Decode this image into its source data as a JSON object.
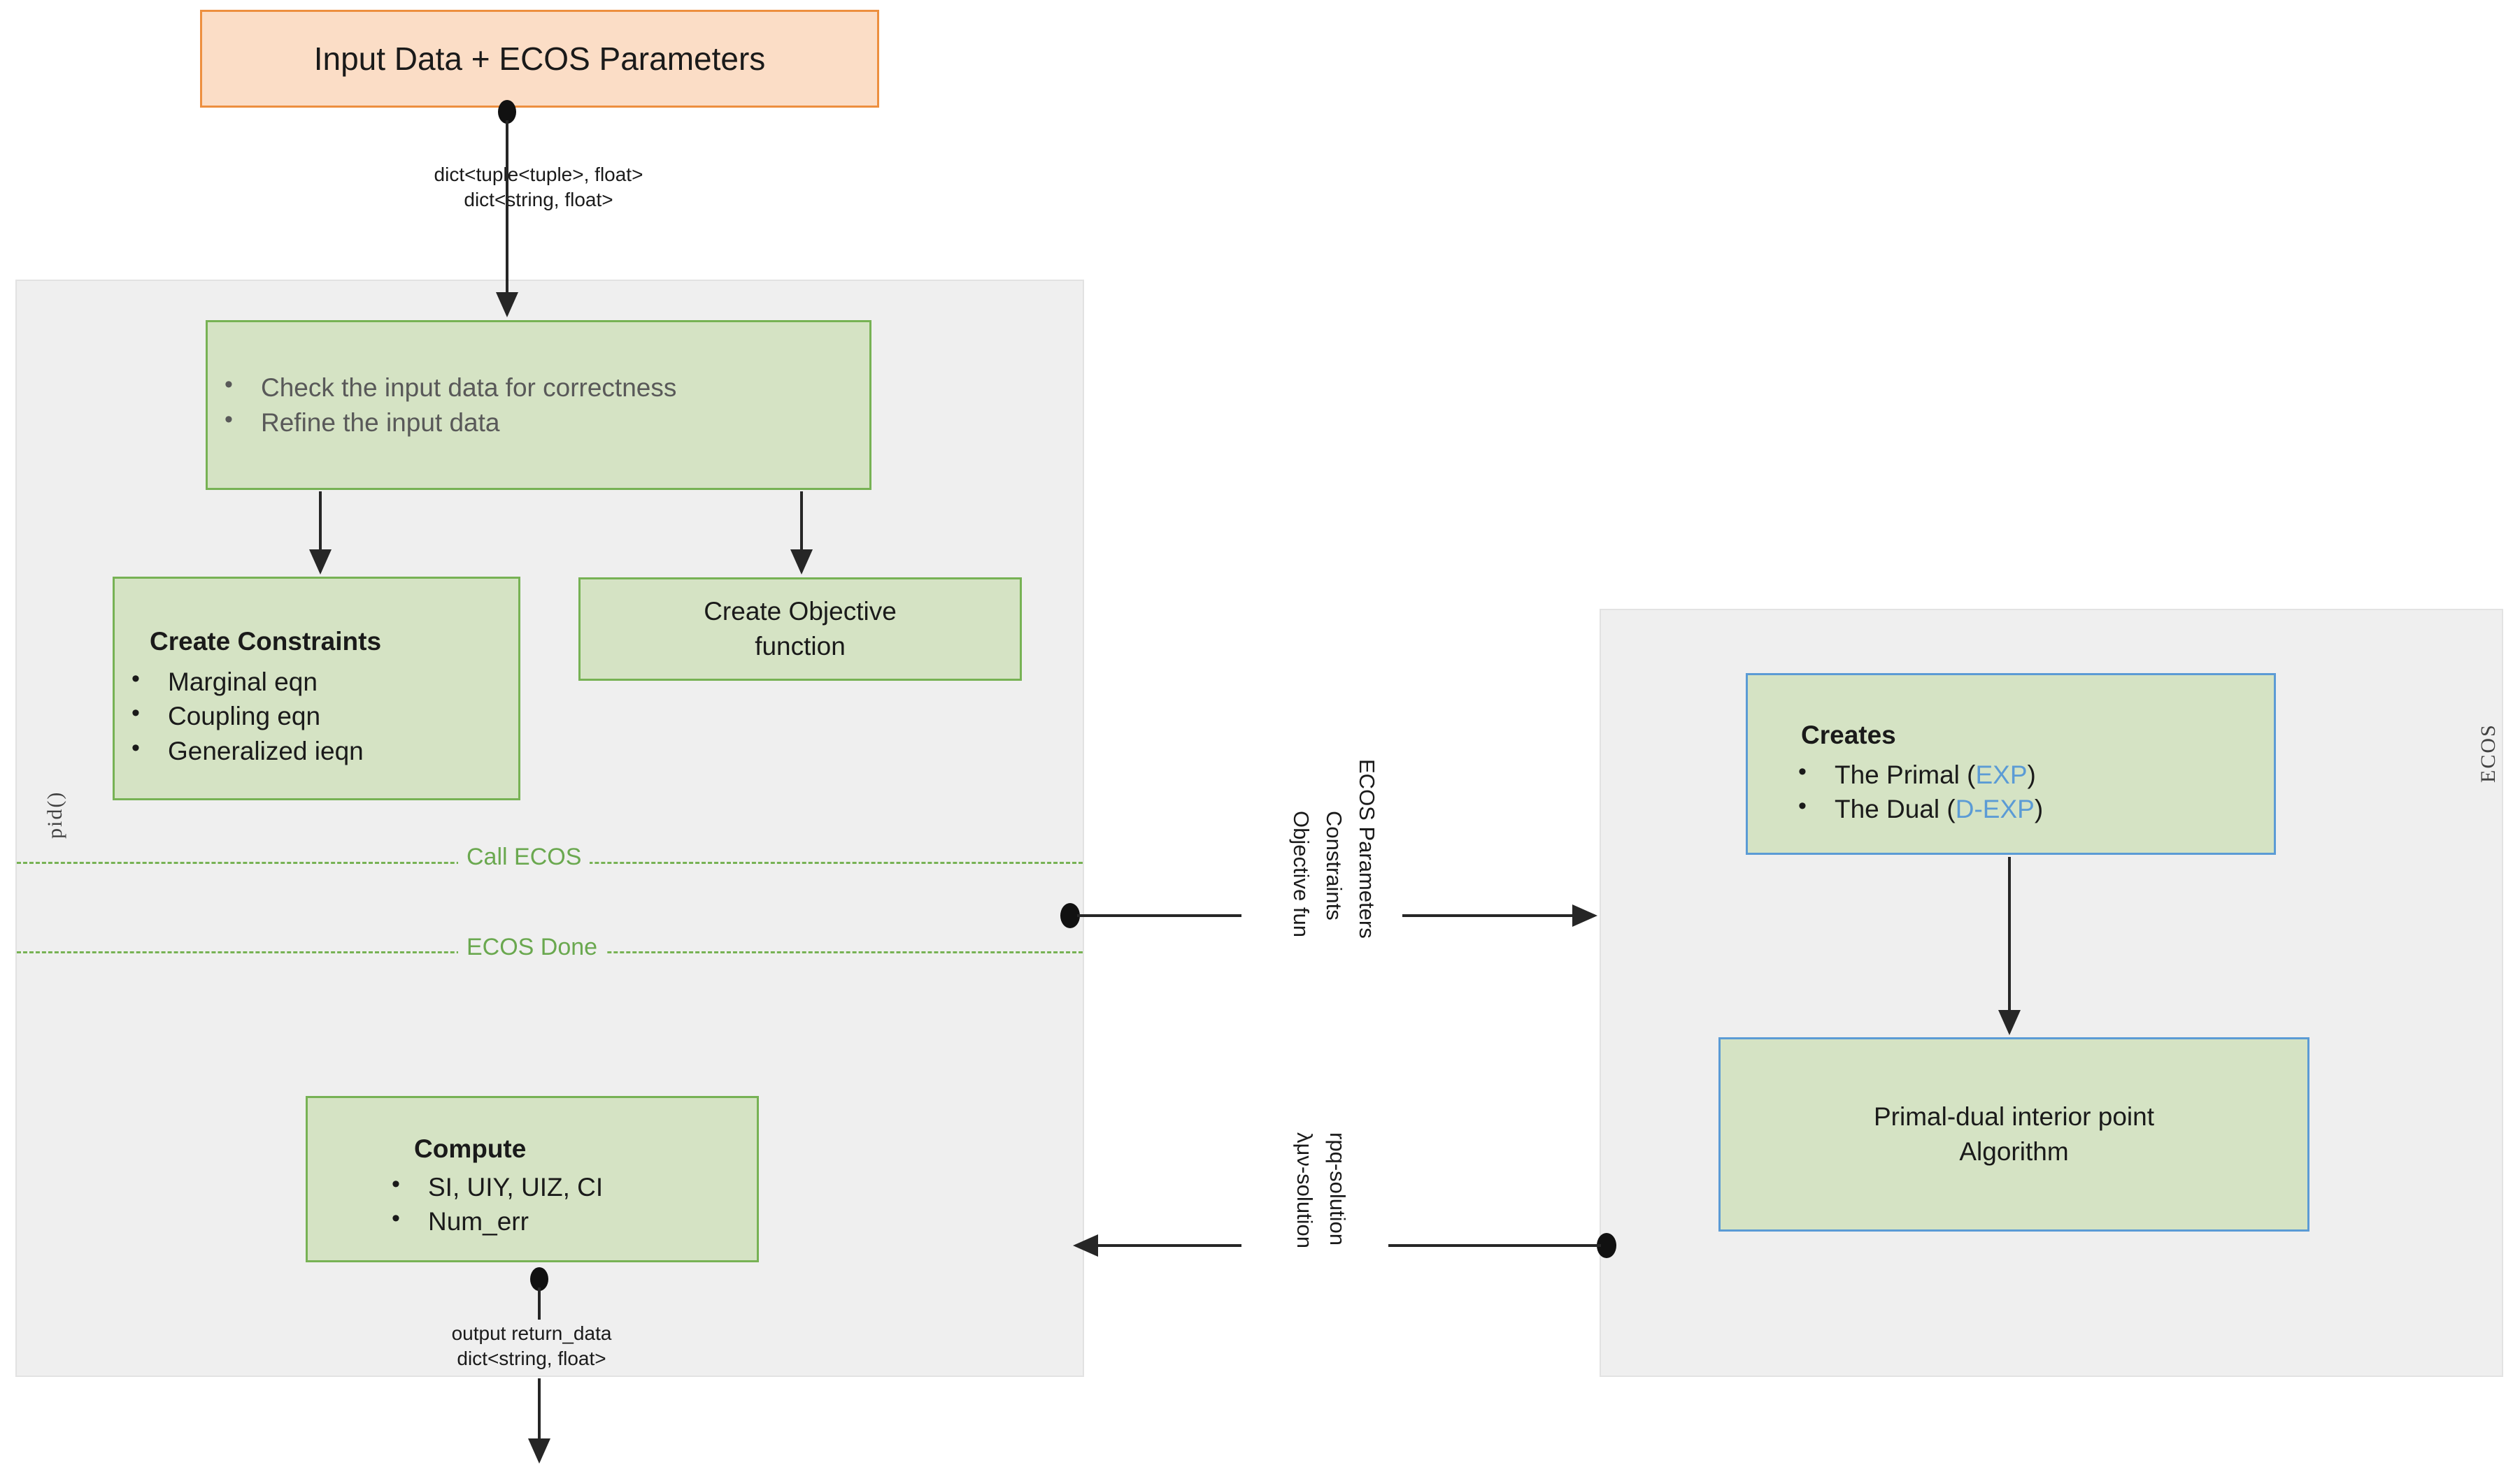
{
  "diagram": {
    "title_node": {
      "label": "Input Data + ECOS Parameters"
    },
    "input_edge": {
      "line1": "dict<tuple<tuple>, float>",
      "line2": "dict<string, float>"
    },
    "left_panel": {
      "lane_label": "pid()",
      "validate_node": {
        "bullets": [
          "Check the input data for correctness",
          "Refine the input data"
        ]
      },
      "constraints_node": {
        "title": "Create Constraints",
        "bullets": [
          "Marginal eqn",
          "Coupling eqn",
          "Generalized ieqn"
        ]
      },
      "objective_node": {
        "line1": "Create Objective",
        "line2": "function"
      },
      "call_divider": "Call ECOS",
      "done_divider": "ECOS Done",
      "compute_node": {
        "title": "Compute",
        "bullets": [
          "SI, UIY, UIZ, CI",
          "Num_err"
        ]
      },
      "output_edge": {
        "line1": "output return_data",
        "line2": "dict<string, float>"
      }
    },
    "right_panel": {
      "lane_label": "ECOS",
      "creates_node": {
        "title": "Creates",
        "bullets": [
          {
            "prefix": "The Primal (",
            "highlight": "EXP",
            "suffix": ")"
          },
          {
            "prefix": "The Dual (",
            "highlight": "D-EXP",
            "suffix": ")"
          }
        ]
      },
      "algorithm_node": {
        "line1": "Primal-dual interior point",
        "line2": "Algorithm"
      }
    },
    "middle_edges": {
      "to_ecos": [
        "ECOS Parameters",
        "Constraints",
        "Objective fun"
      ],
      "from_ecos": [
        "rpq-solution",
        "λμν-solution"
      ]
    },
    "colors": {
      "orange_fill": "#fbddc6",
      "orange_border": "#ed8f3f",
      "green_fill": "#d5e3c4",
      "green_border": "#77b254",
      "blue_border": "#5b9bd5",
      "blue_text": "#5b9bd5",
      "panel_fill": "#efefef",
      "panel_border": "#e2e2e2",
      "divider_green": "#6aa84f"
    }
  }
}
